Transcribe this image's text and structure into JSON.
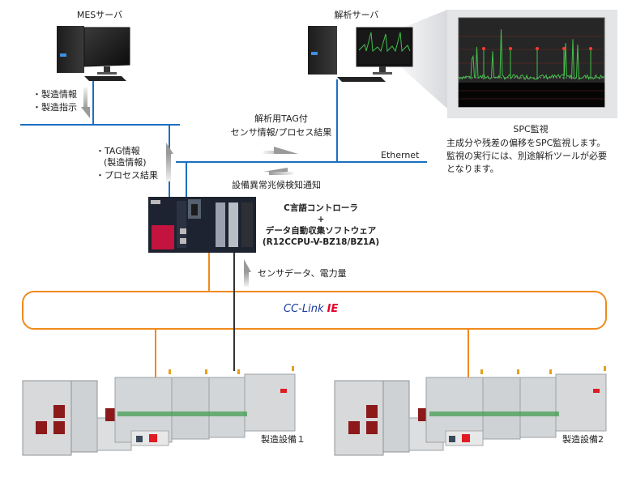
{
  "nodes": {
    "mes_server": {
      "label": "MESサーバ"
    },
    "analysis_server": {
      "label": "解析サーバ"
    },
    "controller": {
      "line1": "C言語コントローラ",
      "line2": "+",
      "line3": "データ自動収集ソフトウェア",
      "line4": "(R12CCPU-V-BZ18/BZ1A)"
    },
    "equipment1": {
      "label": "製造設備１"
    },
    "equipment2": {
      "label": "製造設備2"
    }
  },
  "flows": {
    "mes_down": [
      "・製造情報",
      "・製造指示"
    ],
    "to_mes_up": [
      "・TAG情報",
      "(製造情報)",
      "・プロセス結果"
    ],
    "to_analysis": [
      "解析用TAG付",
      "センサ情報/プロセス結果"
    ],
    "from_analysis": "設備異常兆候検知通知",
    "sensor_up": "センサデータ、電力量"
  },
  "networks": {
    "ethernet": "Ethernet",
    "cclink_main": "CC-Link",
    "cclink_ie": "IE"
  },
  "spc": {
    "title": "SPC監視",
    "desc": [
      "主成分や残差の偏移をSPC監視します。",
      "監視の実行には、別途解析ツールが必要",
      "となります。"
    ]
  },
  "colors": {
    "ethernet": "#1b6fc2",
    "cclink": "#f08a1c",
    "field_wire": "#333333",
    "cclink_blue": "#1a3b9c",
    "cclink_red": "#e4002b",
    "spc_line": "#43c04a",
    "spc_alarm": "#ff3b2f"
  }
}
